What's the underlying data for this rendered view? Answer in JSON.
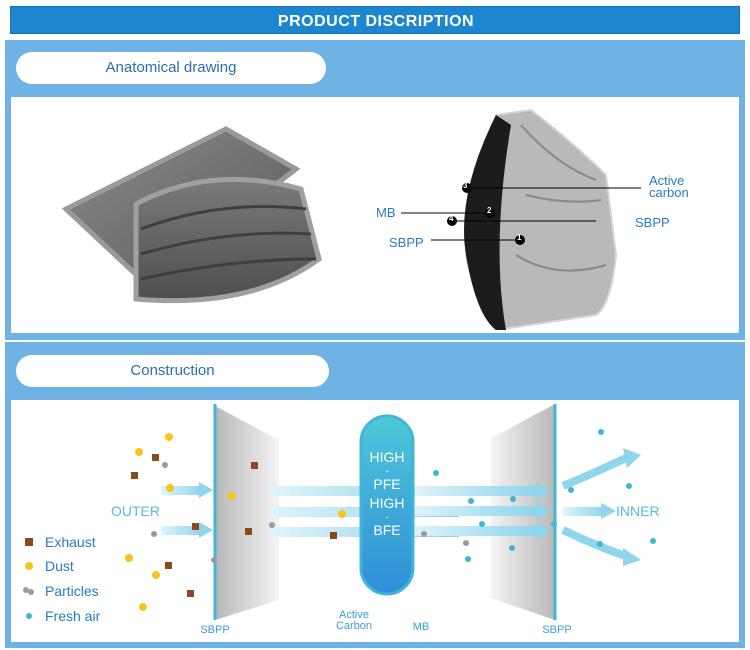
{
  "header": {
    "title": "PRODUCT DISCRIPTION"
  },
  "section1": {
    "label": "Anatomical drawing"
  },
  "callouts": {
    "active_carbon_1": "Active",
    "active_carbon_2": "carbon",
    "mb": "MB",
    "sbpp_left": "SBPP",
    "sbpp_right": "SBPP",
    "n1": "1",
    "n2": "2",
    "n3": "3",
    "n4": "4"
  },
  "section2": {
    "label": "Construction"
  },
  "diagram": {
    "outer": "OUTER",
    "inner": "INNER",
    "capsule_lines": [
      "HIGH",
      "-",
      "PFE",
      "HIGH",
      "-",
      "BFE"
    ],
    "bottom_labels": {
      "sbpp_left": "SBPP",
      "active_1": "Active",
      "active_2": "Carbon",
      "mb": "MB",
      "sbpp_right": "SBPP"
    },
    "legend": [
      "Exhaust",
      "Dust",
      "Particles",
      "Fresh air"
    ]
  },
  "colors": {
    "accent": "#1d86d0",
    "panel": "#6eb3e4",
    "text": "#2a7ac4",
    "dust": "#f5c518",
    "exhaust": "#8b4a1e",
    "fresh": "#3fb6d8"
  }
}
